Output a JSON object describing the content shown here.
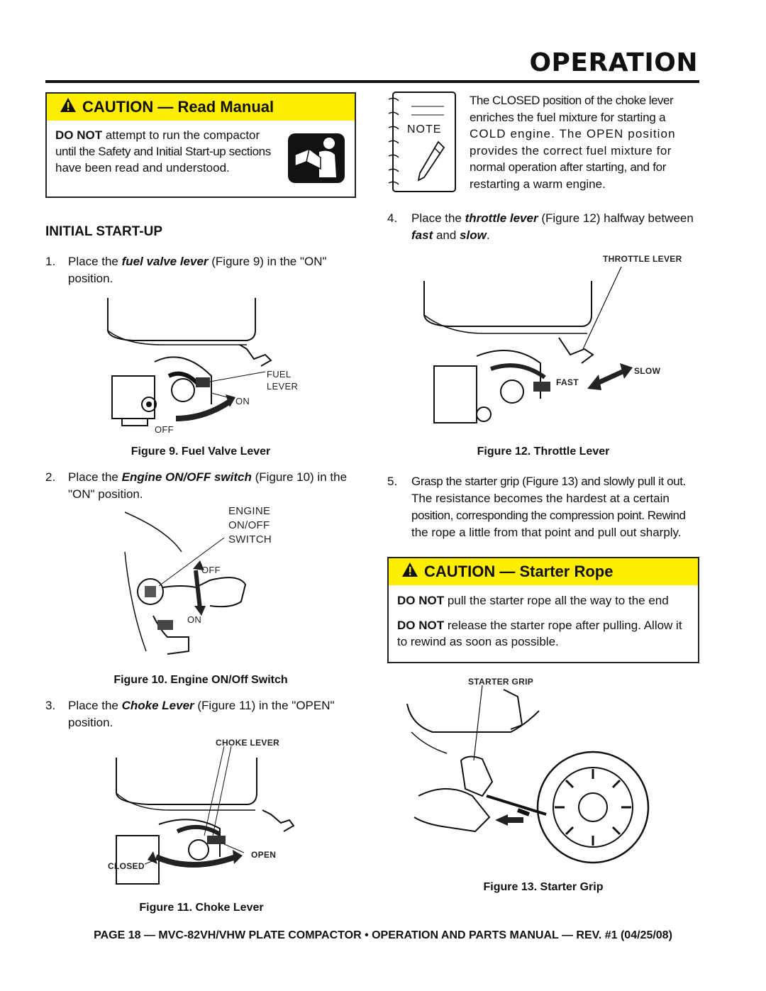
{
  "header": {
    "title": "OPERATION"
  },
  "caution_manual": {
    "title": "CAUTION — Read Manual",
    "line1_bold": "DO NOT",
    "line1_rest": " attempt to run the compactor",
    "line2": "until the Safety and Initial Start-up sections",
    "line3": "have been read and understood."
  },
  "initial_startup": {
    "heading": "INITIAL START-UP",
    "step1": {
      "num": "1.",
      "a": "Place the ",
      "em": "fuel valve lever",
      "b": " (Figure 9) in the \"ON\"",
      "c": "position."
    },
    "fig9": {
      "caption": "Figure 9. Fuel Valve Lever",
      "label_fuel": "FUEL",
      "label_lever": "LEVER",
      "label_on": "ON",
      "label_off": "OFF"
    },
    "step2": {
      "num": "2.",
      "a": "Place the ",
      "em": "Engine ON/OFF switch",
      "b": " (Figure 10) in the",
      "c": "\"ON\" position."
    },
    "fig10": {
      "caption": "Figure 10. Engine ON/Off Switch",
      "label1": "ENGINE",
      "label2": "ON/OFF",
      "label3": "SWITCH",
      "label_off": "OFF",
      "label_on": "ON"
    },
    "step3": {
      "num": "3.",
      "a": "Place the ",
      "em": "Choke Lever",
      "b": " (Figure 11) in the \"OPEN\"",
      "c": "position."
    },
    "fig11": {
      "caption": "Figure 11. Choke Lever",
      "label_top": "CHOKE LEVER",
      "label_closed": "CLOSED",
      "label_open": "OPEN"
    }
  },
  "note": {
    "icon_label": "NOTE",
    "lines": [
      "The CLOSED position of the choke lever",
      "enriches the fuel mixture for starting a",
      "COLD engine. The OPEN position",
      "provides the correct fuel mixture for",
      "normal operation after starting, and for",
      "restarting a warm engine."
    ]
  },
  "step4": {
    "num": "4.",
    "a": "Place the ",
    "em": "throttle lever",
    "b": " (Figure 12) halfway between",
    "c1": "fast",
    "c2": " and ",
    "c3": "slow",
    "c4": "."
  },
  "fig12": {
    "caption": "Figure 12. Throttle Lever",
    "label_top": "THROTTLE LEVER",
    "label_fast": "FAST",
    "label_slow": "SLOW"
  },
  "step5": {
    "num": "5.",
    "lines": [
      "Grasp the starter grip (Figure 13) and slowly pull it out.",
      "The resistance becomes the hardest at a certain",
      "position, corresponding the compression point. Rewind",
      "the rope a little from that point and pull out sharply."
    ]
  },
  "caution_rope": {
    "title": "CAUTION — Starter Rope",
    "p1_bold": "DO NOT",
    "p1_rest": " pull the starter rope all the way to the end",
    "p2_bold": "DO NOT",
    "p2_rest": " release the starter rope after pulling. Allow it",
    "p2_line2": "to rewind as soon as possible."
  },
  "fig13": {
    "caption": "Figure 13. Starter Grip",
    "label_top": "STARTER GRIP"
  },
  "footer": {
    "text": "PAGE 18 — MVC-82VH/VHW PLATE COMPACTOR • OPERATION AND PARTS MANUAL — REV. #1 (04/25/08)"
  },
  "colors": {
    "caution_yellow": "#ffee00",
    "rule": "#111111"
  }
}
